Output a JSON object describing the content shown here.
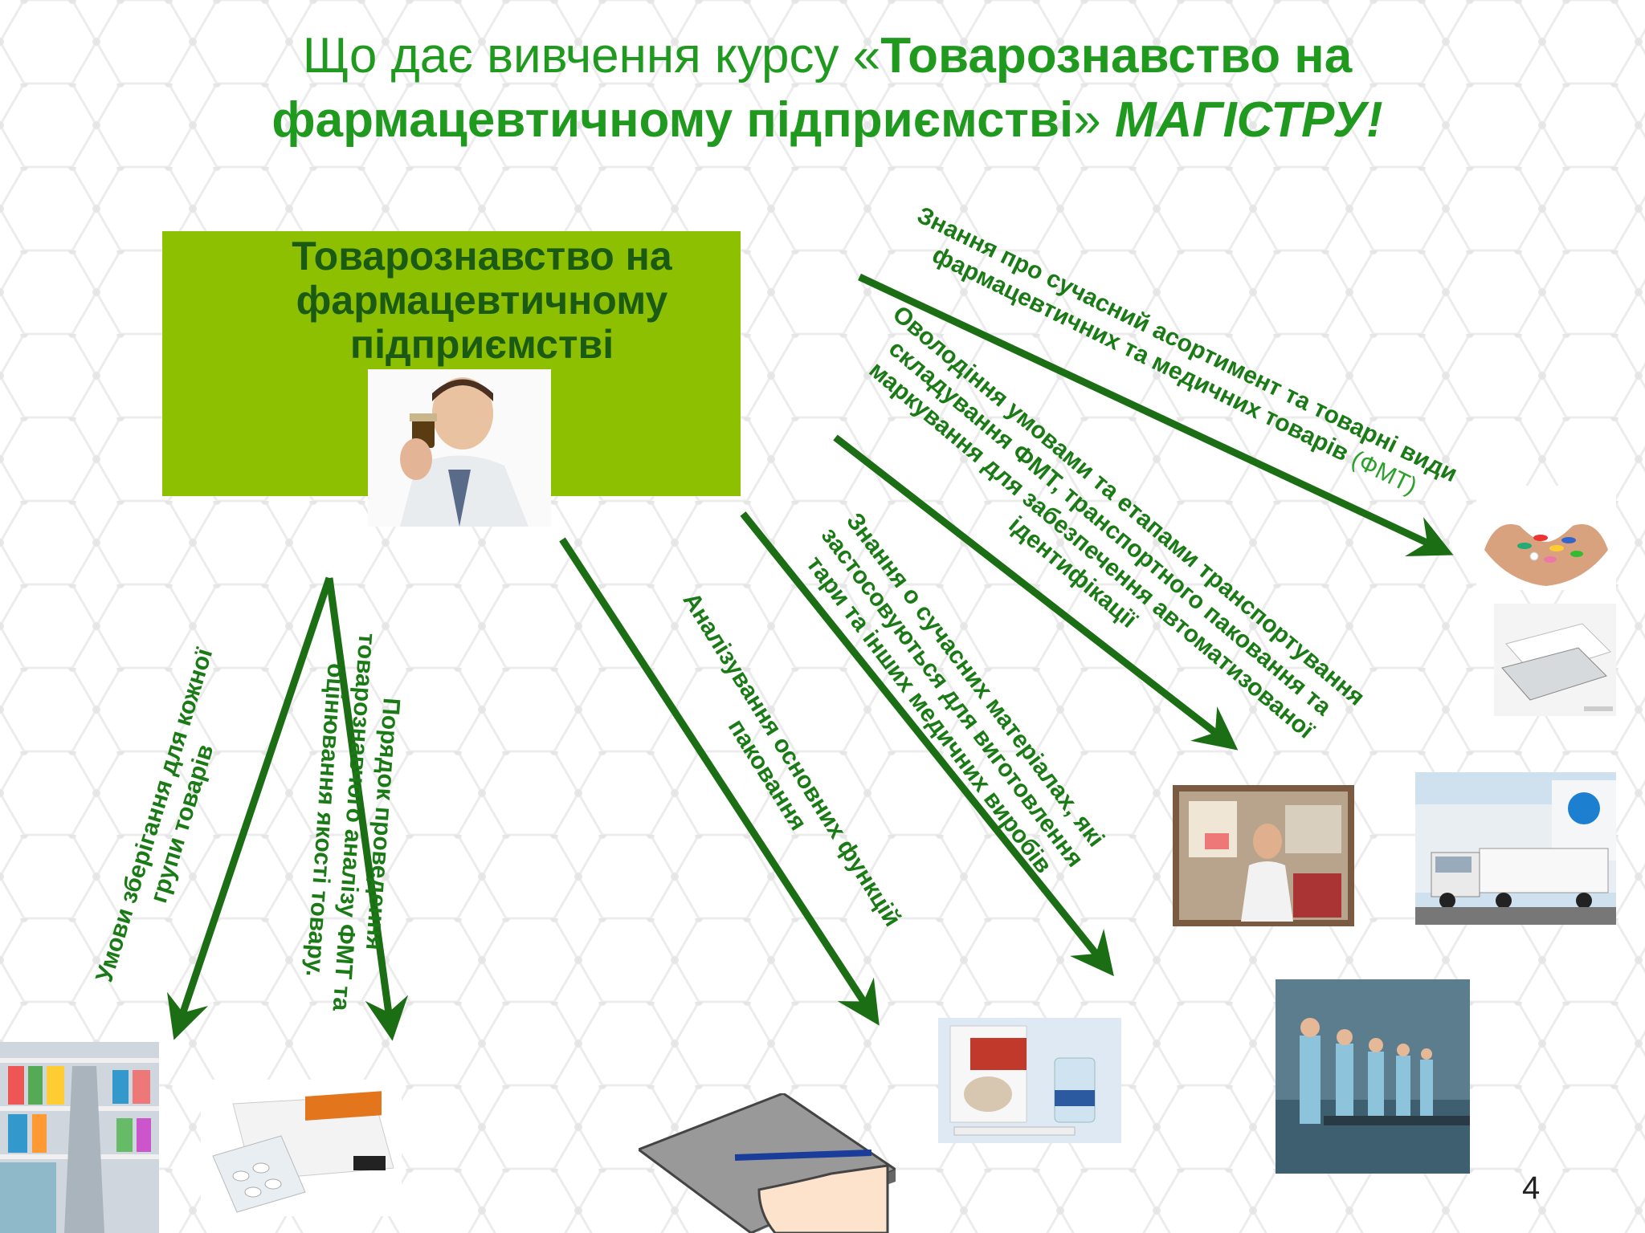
{
  "title": {
    "prefix": "Що дає вивчення курсу «",
    "course": "Товарознавство на фармацевтичному підприємстві",
    "suffix": "» ",
    "emphasis": "МАГІСТРУ!"
  },
  "center_box": {
    "line1": "Товарознавство на",
    "line2": "фармацевтичному",
    "line3": "підприємстві"
  },
  "labels": {
    "storage": {
      "line1": "Умови зберігання для кожної",
      "line2": "групи товарів"
    },
    "analysis": {
      "line1": "Порядок проведення",
      "line2": "товарознавчого аналізу ФМТ та",
      "line3": "оцінювання якості товару."
    },
    "packaging": {
      "line1": "Аналізування основних функцій",
      "line2": "паковання"
    },
    "materials": {
      "line1": "Знання о сучасних матеріалах, які",
      "line2": "застосовуються для виготовлення",
      "line3": "тари та інших медичних виробів"
    },
    "transport": {
      "line1": "Оволодіння умовами та етапами транспортування",
      "line2": "складування ФМТ, транспортного паковання та",
      "line3": "маркування для забезпечення автоматизованої",
      "line4": "ідентифікації"
    },
    "assortment": {
      "line1": "Знання про сучасний асортимент та товарні види",
      "line2": "фармацевтичних та медичних товарів",
      "line2_suffix": " (ФМТ)"
    }
  },
  "page_number": "4",
  "colors": {
    "accent_green": "#8cc000",
    "arrow_green": "#1b6e14",
    "title_green": "#1f9a1f"
  }
}
